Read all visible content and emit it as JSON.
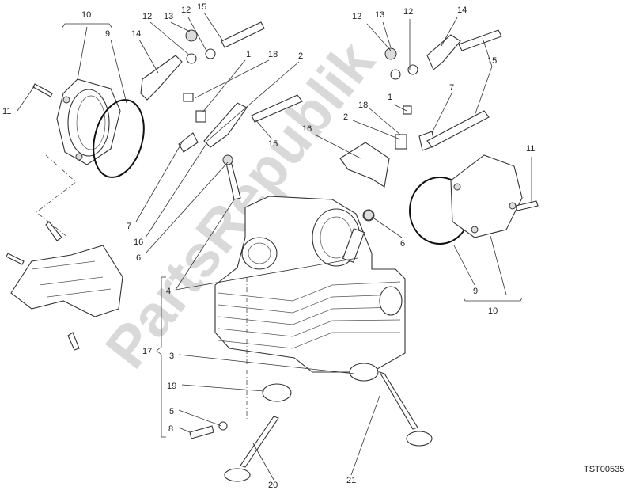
{
  "diagram": {
    "code": "TST00535",
    "watermark": "PartsRepublik",
    "callouts": [
      "10",
      "9",
      "11",
      "12",
      "13",
      "12",
      "15",
      "14",
      "1",
      "18",
      "2",
      "15",
      "7",
      "16",
      "6",
      "4",
      "17",
      "3",
      "19",
      "5",
      "8",
      "20",
      "21",
      "12",
      "13",
      "12",
      "14",
      "15",
      "7",
      "1",
      "18",
      "2",
      "16",
      "11",
      "6",
      "9",
      "10"
    ]
  }
}
